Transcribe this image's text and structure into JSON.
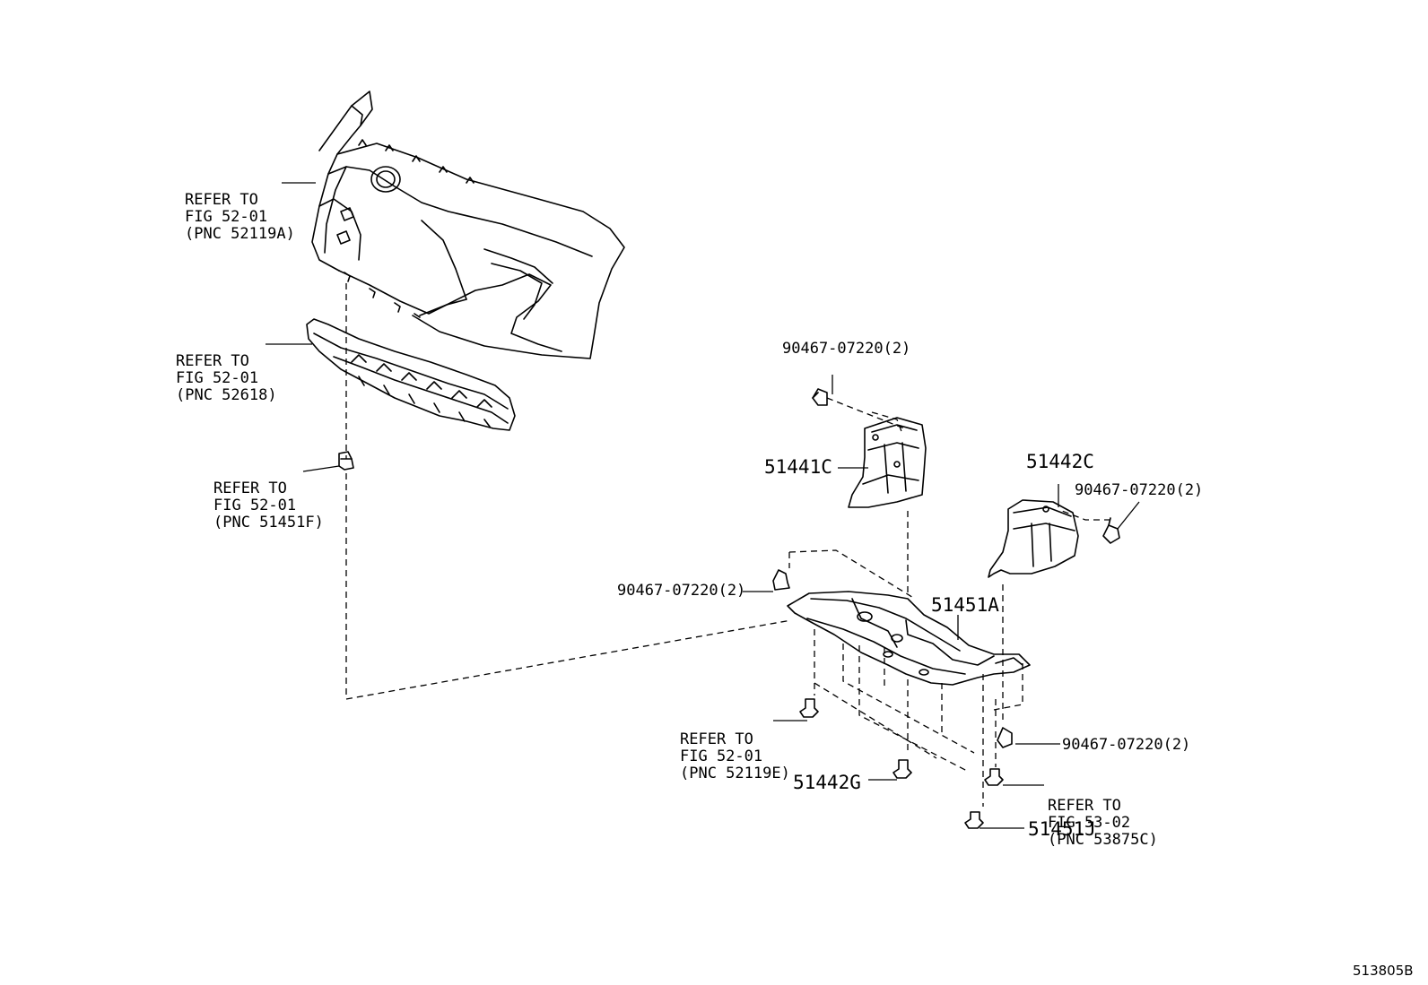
{
  "figure_id": "513805B",
  "refs": [
    {
      "id": "ref-52119a",
      "lines": [
        "REFER TO",
        "FIG 52-01",
        "(PNC 52119A)"
      ]
    },
    {
      "id": "ref-52618",
      "lines": [
        "REFER TO",
        "FIG 52-01",
        "(PNC 52618)"
      ]
    },
    {
      "id": "ref-51451f",
      "lines": [
        "REFER TO",
        "FIG 52-01",
        "(PNC 51451F)"
      ]
    },
    {
      "id": "ref-52119e",
      "lines": [
        "REFER TO",
        "FIG 52-01",
        "(PNC 52119E)"
      ]
    },
    {
      "id": "ref-53875c",
      "lines": [
        "REFER TO",
        "FIG 53-02",
        "(PNC 53875C)"
      ]
    }
  ],
  "parts": {
    "p51441c": "51441C",
    "p51442c": "51442C",
    "p51451a": "51451A",
    "p51442g": "51442G",
    "p51451j": "51451J"
  },
  "fasteners": {
    "f1": "90467-07220(2)",
    "f2": "90467-07220(2)",
    "f3": "90467-07220(2)",
    "f4": "90467-07220(2)"
  }
}
